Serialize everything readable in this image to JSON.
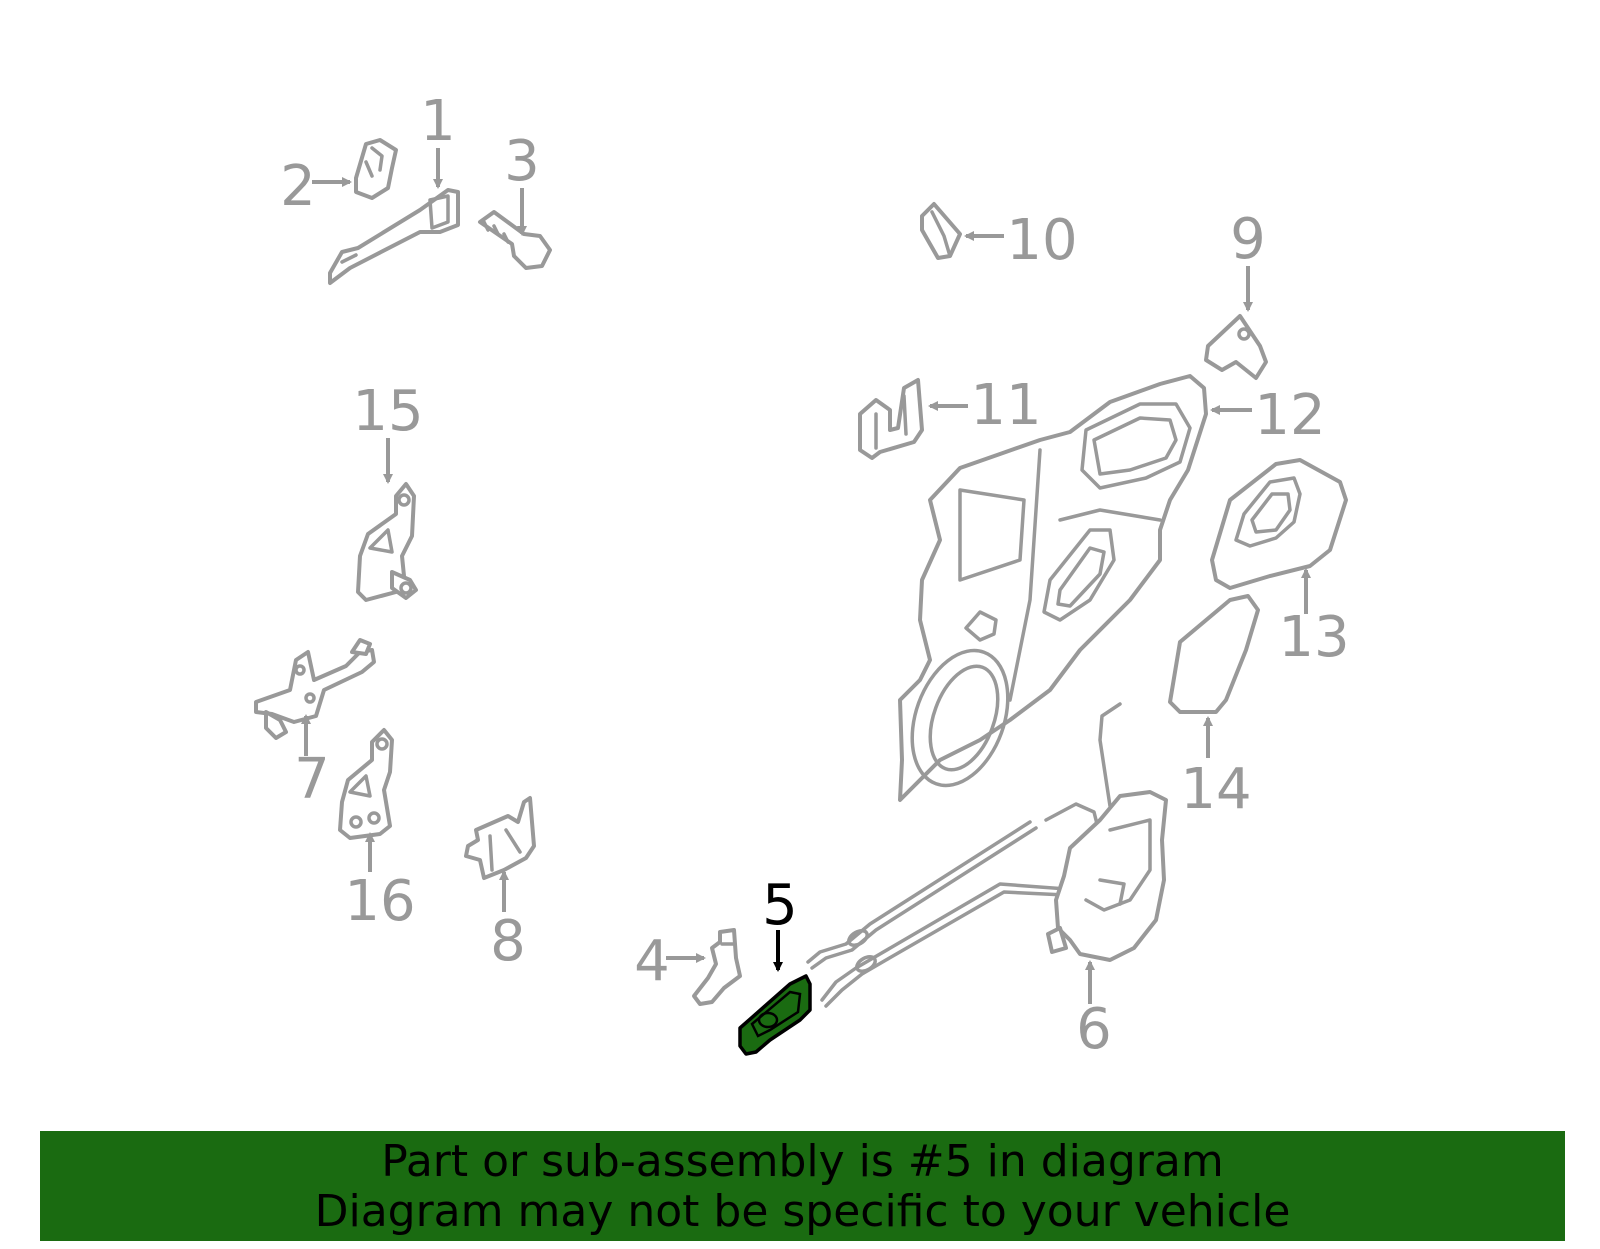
{
  "callouts": {
    "c1": "1",
    "c2": "2",
    "c3": "3",
    "c4": "4",
    "c5": "5",
    "c6": "6",
    "c7": "7",
    "c8": "8",
    "c9": "9",
    "c10": "10",
    "c11": "11",
    "c12": "12",
    "c13": "13",
    "c14": "14",
    "c15": "15",
    "c16": "16"
  },
  "highlighted_part": "5",
  "colors": {
    "highlight": "#1a6b11",
    "part_outline": "#999999",
    "banner": "#1a6b11"
  },
  "banner": {
    "line1": "Part or sub-assembly is #5 in diagram",
    "line2": "Diagram may not be specific to your vehicle"
  }
}
